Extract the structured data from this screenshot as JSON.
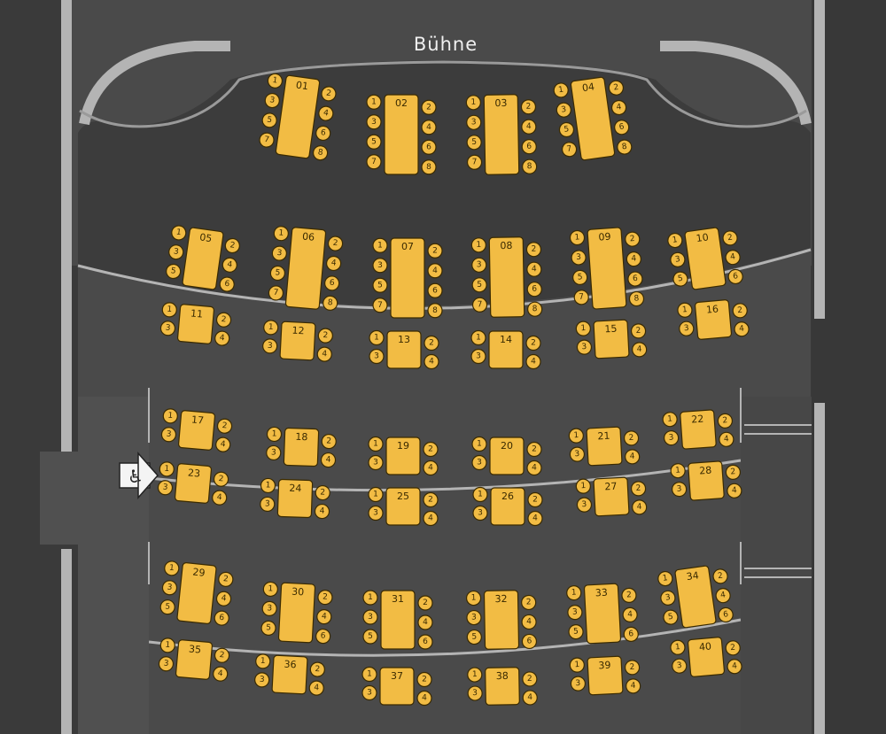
{
  "stage": {
    "label": "Bühne"
  },
  "accessibility": {
    "icon": "wheelchair-icon",
    "arrow_icon": "arrow-right-icon"
  },
  "colors": {
    "background": "#3a3a3a",
    "floor_dark": "#404040",
    "floor_light": "#4a4a4a",
    "wall": "#b4b4b4",
    "table_fill": "#f2bc44",
    "table_stroke": "#3a2a00"
  },
  "tables": [
    {
      "number": "01",
      "seats": [
        "1",
        "2",
        "3",
        "4",
        "5",
        "6",
        "7",
        "8"
      ]
    },
    {
      "number": "02",
      "seats": [
        "1",
        "2",
        "3",
        "4",
        "5",
        "6",
        "7",
        "8"
      ]
    },
    {
      "number": "03",
      "seats": [
        "1",
        "2",
        "3",
        "4",
        "5",
        "6",
        "7",
        "8"
      ]
    },
    {
      "number": "04",
      "seats": [
        "1",
        "2",
        "3",
        "4",
        "5",
        "6",
        "7",
        "8"
      ]
    },
    {
      "number": "05",
      "seats": [
        "1",
        "2",
        "3",
        "4",
        "5",
        "6"
      ]
    },
    {
      "number": "06",
      "seats": [
        "1",
        "2",
        "3",
        "4",
        "5",
        "6",
        "7",
        "8"
      ]
    },
    {
      "number": "07",
      "seats": [
        "1",
        "2",
        "3",
        "4",
        "5",
        "6",
        "7",
        "8"
      ]
    },
    {
      "number": "08",
      "seats": [
        "1",
        "2",
        "3",
        "4",
        "5",
        "6",
        "7",
        "8"
      ]
    },
    {
      "number": "09",
      "seats": [
        "1",
        "2",
        "3",
        "4",
        "5",
        "6",
        "7",
        "8"
      ]
    },
    {
      "number": "10",
      "seats": [
        "1",
        "2",
        "3",
        "4",
        "5",
        "6"
      ]
    },
    {
      "number": "11",
      "seats": [
        "1",
        "2",
        "3",
        "4"
      ]
    },
    {
      "number": "12",
      "seats": [
        "1",
        "2",
        "3",
        "4"
      ]
    },
    {
      "number": "13",
      "seats": [
        "1",
        "2",
        "3",
        "4"
      ]
    },
    {
      "number": "14",
      "seats": [
        "1",
        "2",
        "3",
        "4"
      ]
    },
    {
      "number": "15",
      "seats": [
        "1",
        "2",
        "3",
        "4"
      ]
    },
    {
      "number": "16",
      "seats": [
        "1",
        "2",
        "3",
        "4"
      ]
    },
    {
      "number": "17",
      "seats": [
        "1",
        "2",
        "3",
        "4"
      ]
    },
    {
      "number": "18",
      "seats": [
        "1",
        "2",
        "3",
        "4"
      ]
    },
    {
      "number": "19",
      "seats": [
        "1",
        "2",
        "3",
        "4"
      ]
    },
    {
      "number": "20",
      "seats": [
        "1",
        "2",
        "3",
        "4"
      ]
    },
    {
      "number": "21",
      "seats": [
        "1",
        "2",
        "3",
        "4"
      ]
    },
    {
      "number": "22",
      "seats": [
        "1",
        "2",
        "3",
        "4"
      ]
    },
    {
      "number": "23",
      "seats": [
        "1",
        "2",
        "3",
        "4"
      ]
    },
    {
      "number": "24",
      "seats": [
        "1",
        "2",
        "3",
        "4"
      ]
    },
    {
      "number": "25",
      "seats": [
        "1",
        "2",
        "3",
        "4"
      ]
    },
    {
      "number": "26",
      "seats": [
        "1",
        "2",
        "3",
        "4"
      ]
    },
    {
      "number": "27",
      "seats": [
        "1",
        "2",
        "3",
        "4"
      ]
    },
    {
      "number": "28",
      "seats": [
        "1",
        "2",
        "3",
        "4"
      ]
    },
    {
      "number": "29",
      "seats": [
        "1",
        "2",
        "3",
        "4",
        "5",
        "6"
      ]
    },
    {
      "number": "30",
      "seats": [
        "1",
        "2",
        "3",
        "4",
        "5",
        "6"
      ]
    },
    {
      "number": "31",
      "seats": [
        "1",
        "2",
        "3",
        "4",
        "5",
        "6"
      ]
    },
    {
      "number": "32",
      "seats": [
        "1",
        "2",
        "3",
        "4",
        "5",
        "6"
      ]
    },
    {
      "number": "33",
      "seats": [
        "1",
        "2",
        "3",
        "4",
        "5",
        "6"
      ]
    },
    {
      "number": "34",
      "seats": [
        "1",
        "2",
        "3",
        "4",
        "5",
        "6"
      ]
    },
    {
      "number": "35",
      "seats": [
        "1",
        "2",
        "3",
        "4"
      ]
    },
    {
      "number": "36",
      "seats": [
        "1",
        "2",
        "3",
        "4"
      ]
    },
    {
      "number": "37",
      "seats": [
        "1",
        "2",
        "3",
        "4"
      ]
    },
    {
      "number": "38",
      "seats": [
        "1",
        "2",
        "3",
        "4"
      ]
    },
    {
      "number": "39",
      "seats": [
        "1",
        "2",
        "3",
        "4"
      ]
    },
    {
      "number": "40",
      "seats": [
        "1",
        "2",
        "3",
        "4"
      ]
    }
  ]
}
